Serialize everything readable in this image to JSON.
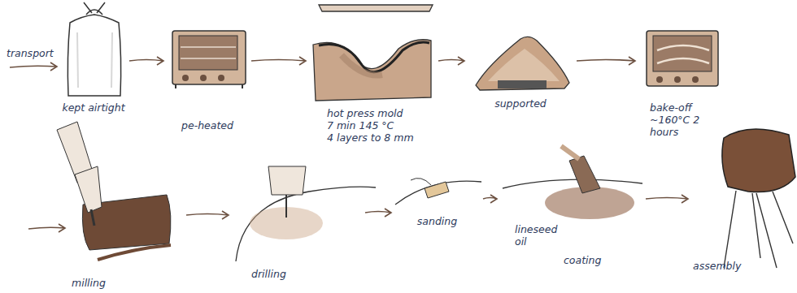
{
  "diagram": {
    "nodes": [
      {
        "text": [
          "kept airtight"
        ]
      },
      {
        "text": [
          "pe-heated"
        ]
      },
      {
        "text": [
          "hot press mold",
          "7 min 145 °C",
          "4 layers to 8 mm"
        ]
      },
      {
        "text": [
          "supported"
        ]
      },
      {
        "text": [
          "bake-off",
          "~160°C 2 hours"
        ]
      },
      {
        "text": [
          "milling"
        ]
      },
      {
        "text": [
          "drilling"
        ]
      },
      {
        "text": [
          "sanding"
        ]
      },
      {
        "text": [
          "lineseed oil",
          "coating"
        ]
      },
      {
        "text": [
          "assembly"
        ]
      }
    ],
    "edges": [
      {
        "from": 0,
        "to": 1,
        "arrow": "to"
      },
      {
        "from": 1,
        "to": 2,
        "arrow": "to"
      },
      {
        "from": 2,
        "to": 3,
        "arrow": "to"
      },
      {
        "from": 3,
        "to": 4,
        "arrow": "to"
      },
      {
        "from": 5,
        "to": 6,
        "arrow": "to"
      },
      {
        "from": 6,
        "to": 7,
        "arrow": "to"
      },
      {
        "from": 7,
        "to": 8,
        "arrow": "to"
      },
      {
        "from": 8,
        "to": 9,
        "arrow": "to"
      }
    ],
    "labels": [
      "transport"
    ]
  }
}
